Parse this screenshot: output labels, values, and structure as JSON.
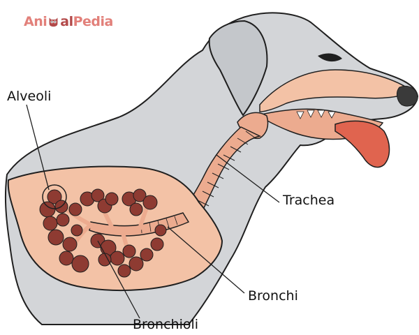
{
  "logo": {
    "part1": "Ani",
    "part2": "al",
    "part3": "Pedia",
    "icon": "owl-cat-icon"
  },
  "labels": {
    "alveoli": "Alveoli",
    "trachea": "Trachea",
    "bronchi": "Bronchi",
    "bronchioli": "Bronchioli"
  },
  "colors": {
    "body": "#d3d5d8",
    "outline": "#1f1f1f",
    "lung": "#f3c2a6",
    "tissue": "#ecab8f",
    "alveoli": "#8e3b32",
    "tongue": "#e0644f",
    "brand": "#e2807a"
  }
}
